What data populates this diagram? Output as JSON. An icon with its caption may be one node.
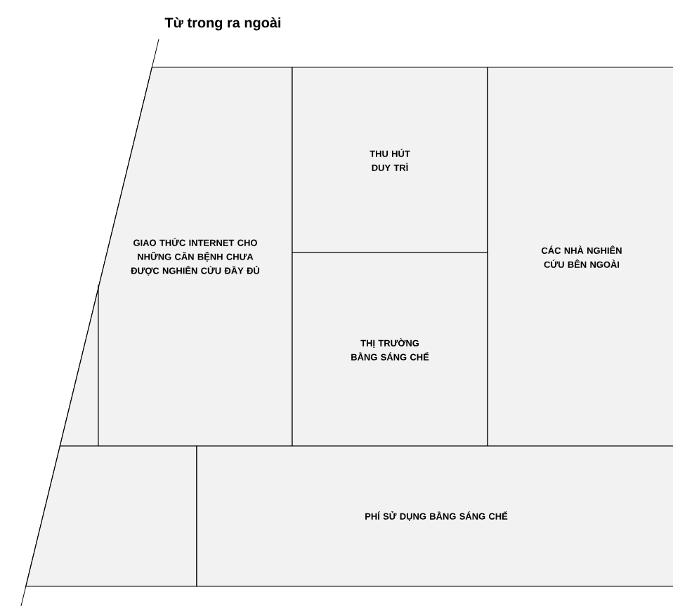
{
  "diagram": {
    "title": "Từ trong ra ngoài",
    "nodes": [
      {
        "text": [
          "GIAO THỨC INTERNET CHO NHỮNG CĂN BỆNH CHƯA ĐƯỢC NGHIÊN CỨU ĐẦY ĐỦ"
        ]
      },
      {
        "text": [
          "THU HÚT DUY TRÌ"
        ]
      },
      {
        "text": [
          "CÁC NHÀ NGHIÊN CỨU BÊN NGOÀI"
        ]
      },
      {
        "text": [
          "THỊ TRƯỜNG BẰNG SÁNG CHẾ"
        ]
      },
      {
        "text": [],
        "shape": "box"
      },
      {
        "text": [
          "PHÍ SỬ DỤNG BẰNG SÁNG CHẾ"
        ]
      }
    ],
    "edges": []
  }
}
